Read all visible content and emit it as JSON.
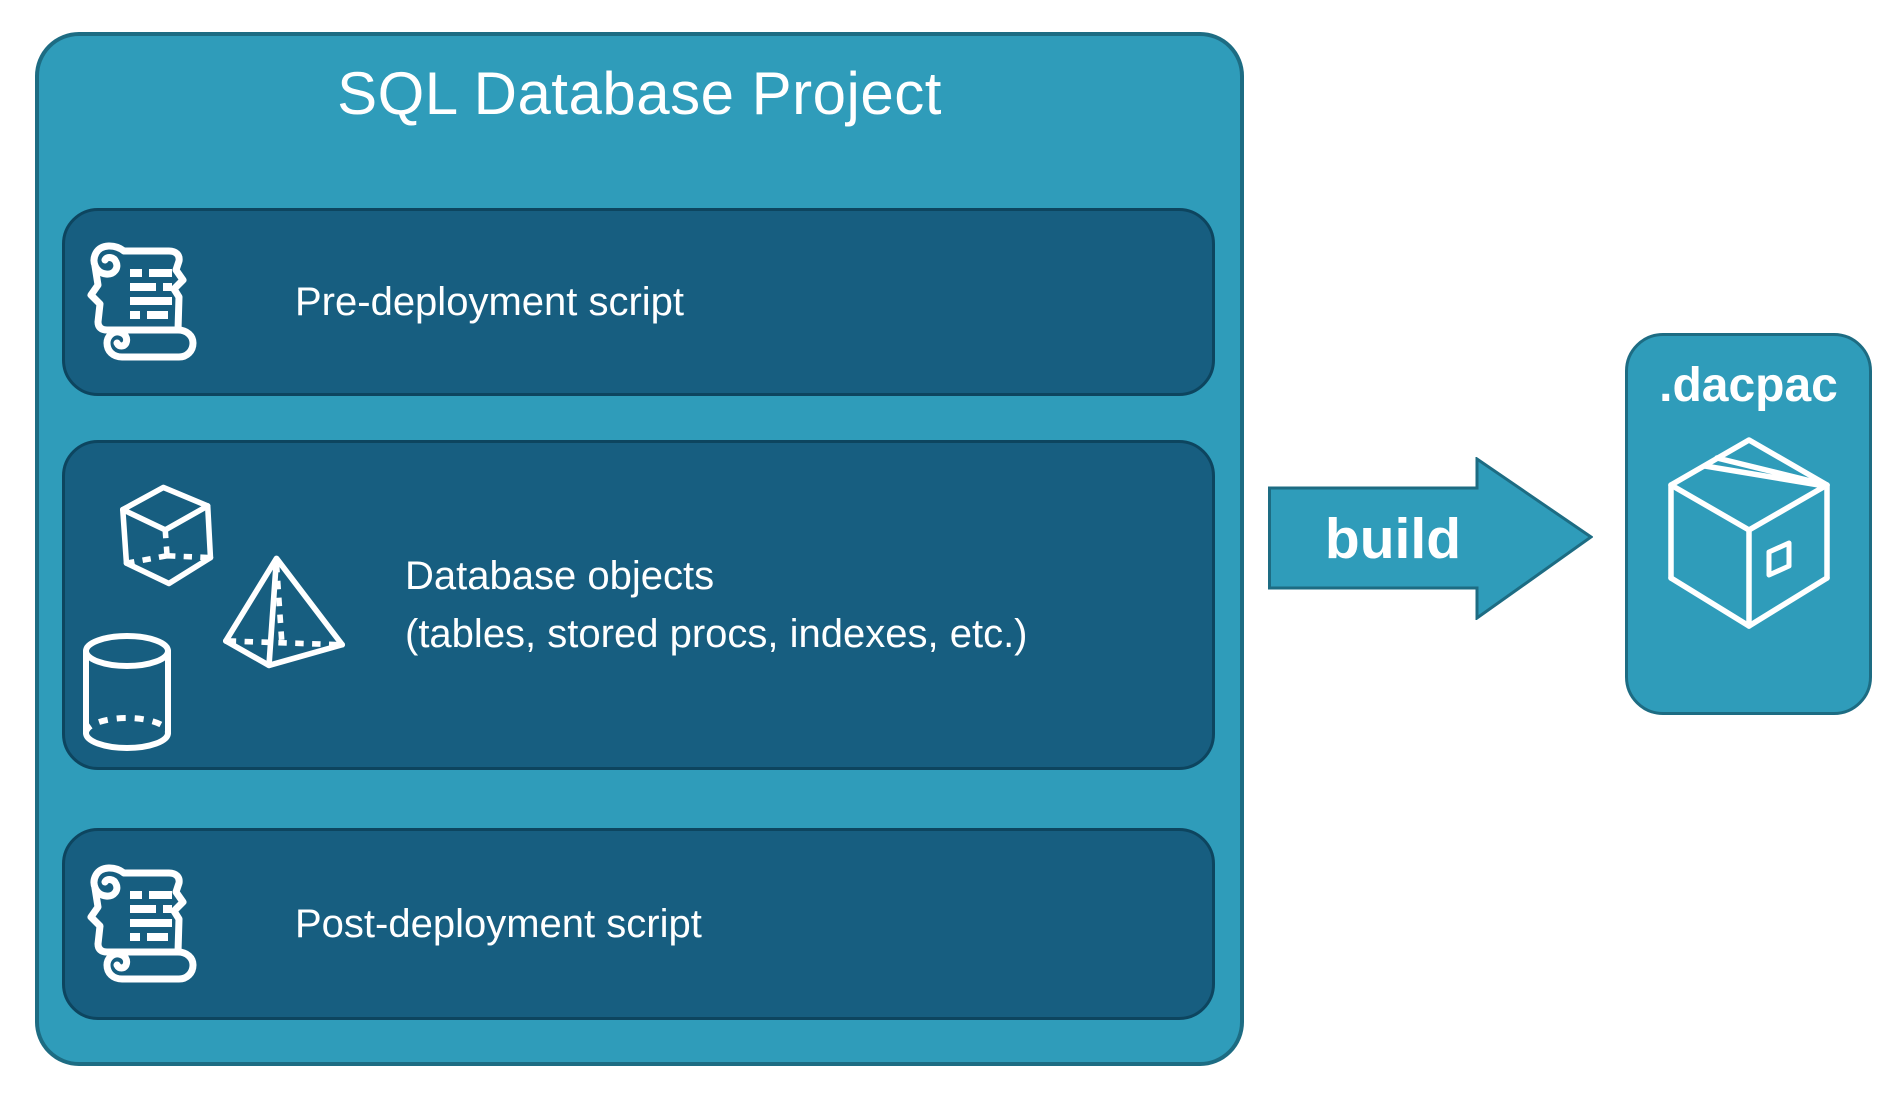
{
  "colors": {
    "teal": "#2F9CBA",
    "teal-border": "#1D6C83",
    "panel": "#175E80",
    "panel-border": "#0D455F",
    "white": "#FFFFFF"
  },
  "project": {
    "title": "SQL Database Project",
    "pre": {
      "icon": "scroll-icon",
      "label": "Pre-deployment script"
    },
    "objects": {
      "icons": [
        "cube-icon",
        "pyramid-icon",
        "cylinder-icon"
      ],
      "line1": "Database objects",
      "line2": "(tables, stored procs, indexes, etc.)"
    },
    "post": {
      "icon": "scroll-icon",
      "label": "Post-deployment script"
    }
  },
  "arrow": {
    "label": "build"
  },
  "dacpac": {
    "title": ".dacpac",
    "icon": "package-icon"
  }
}
